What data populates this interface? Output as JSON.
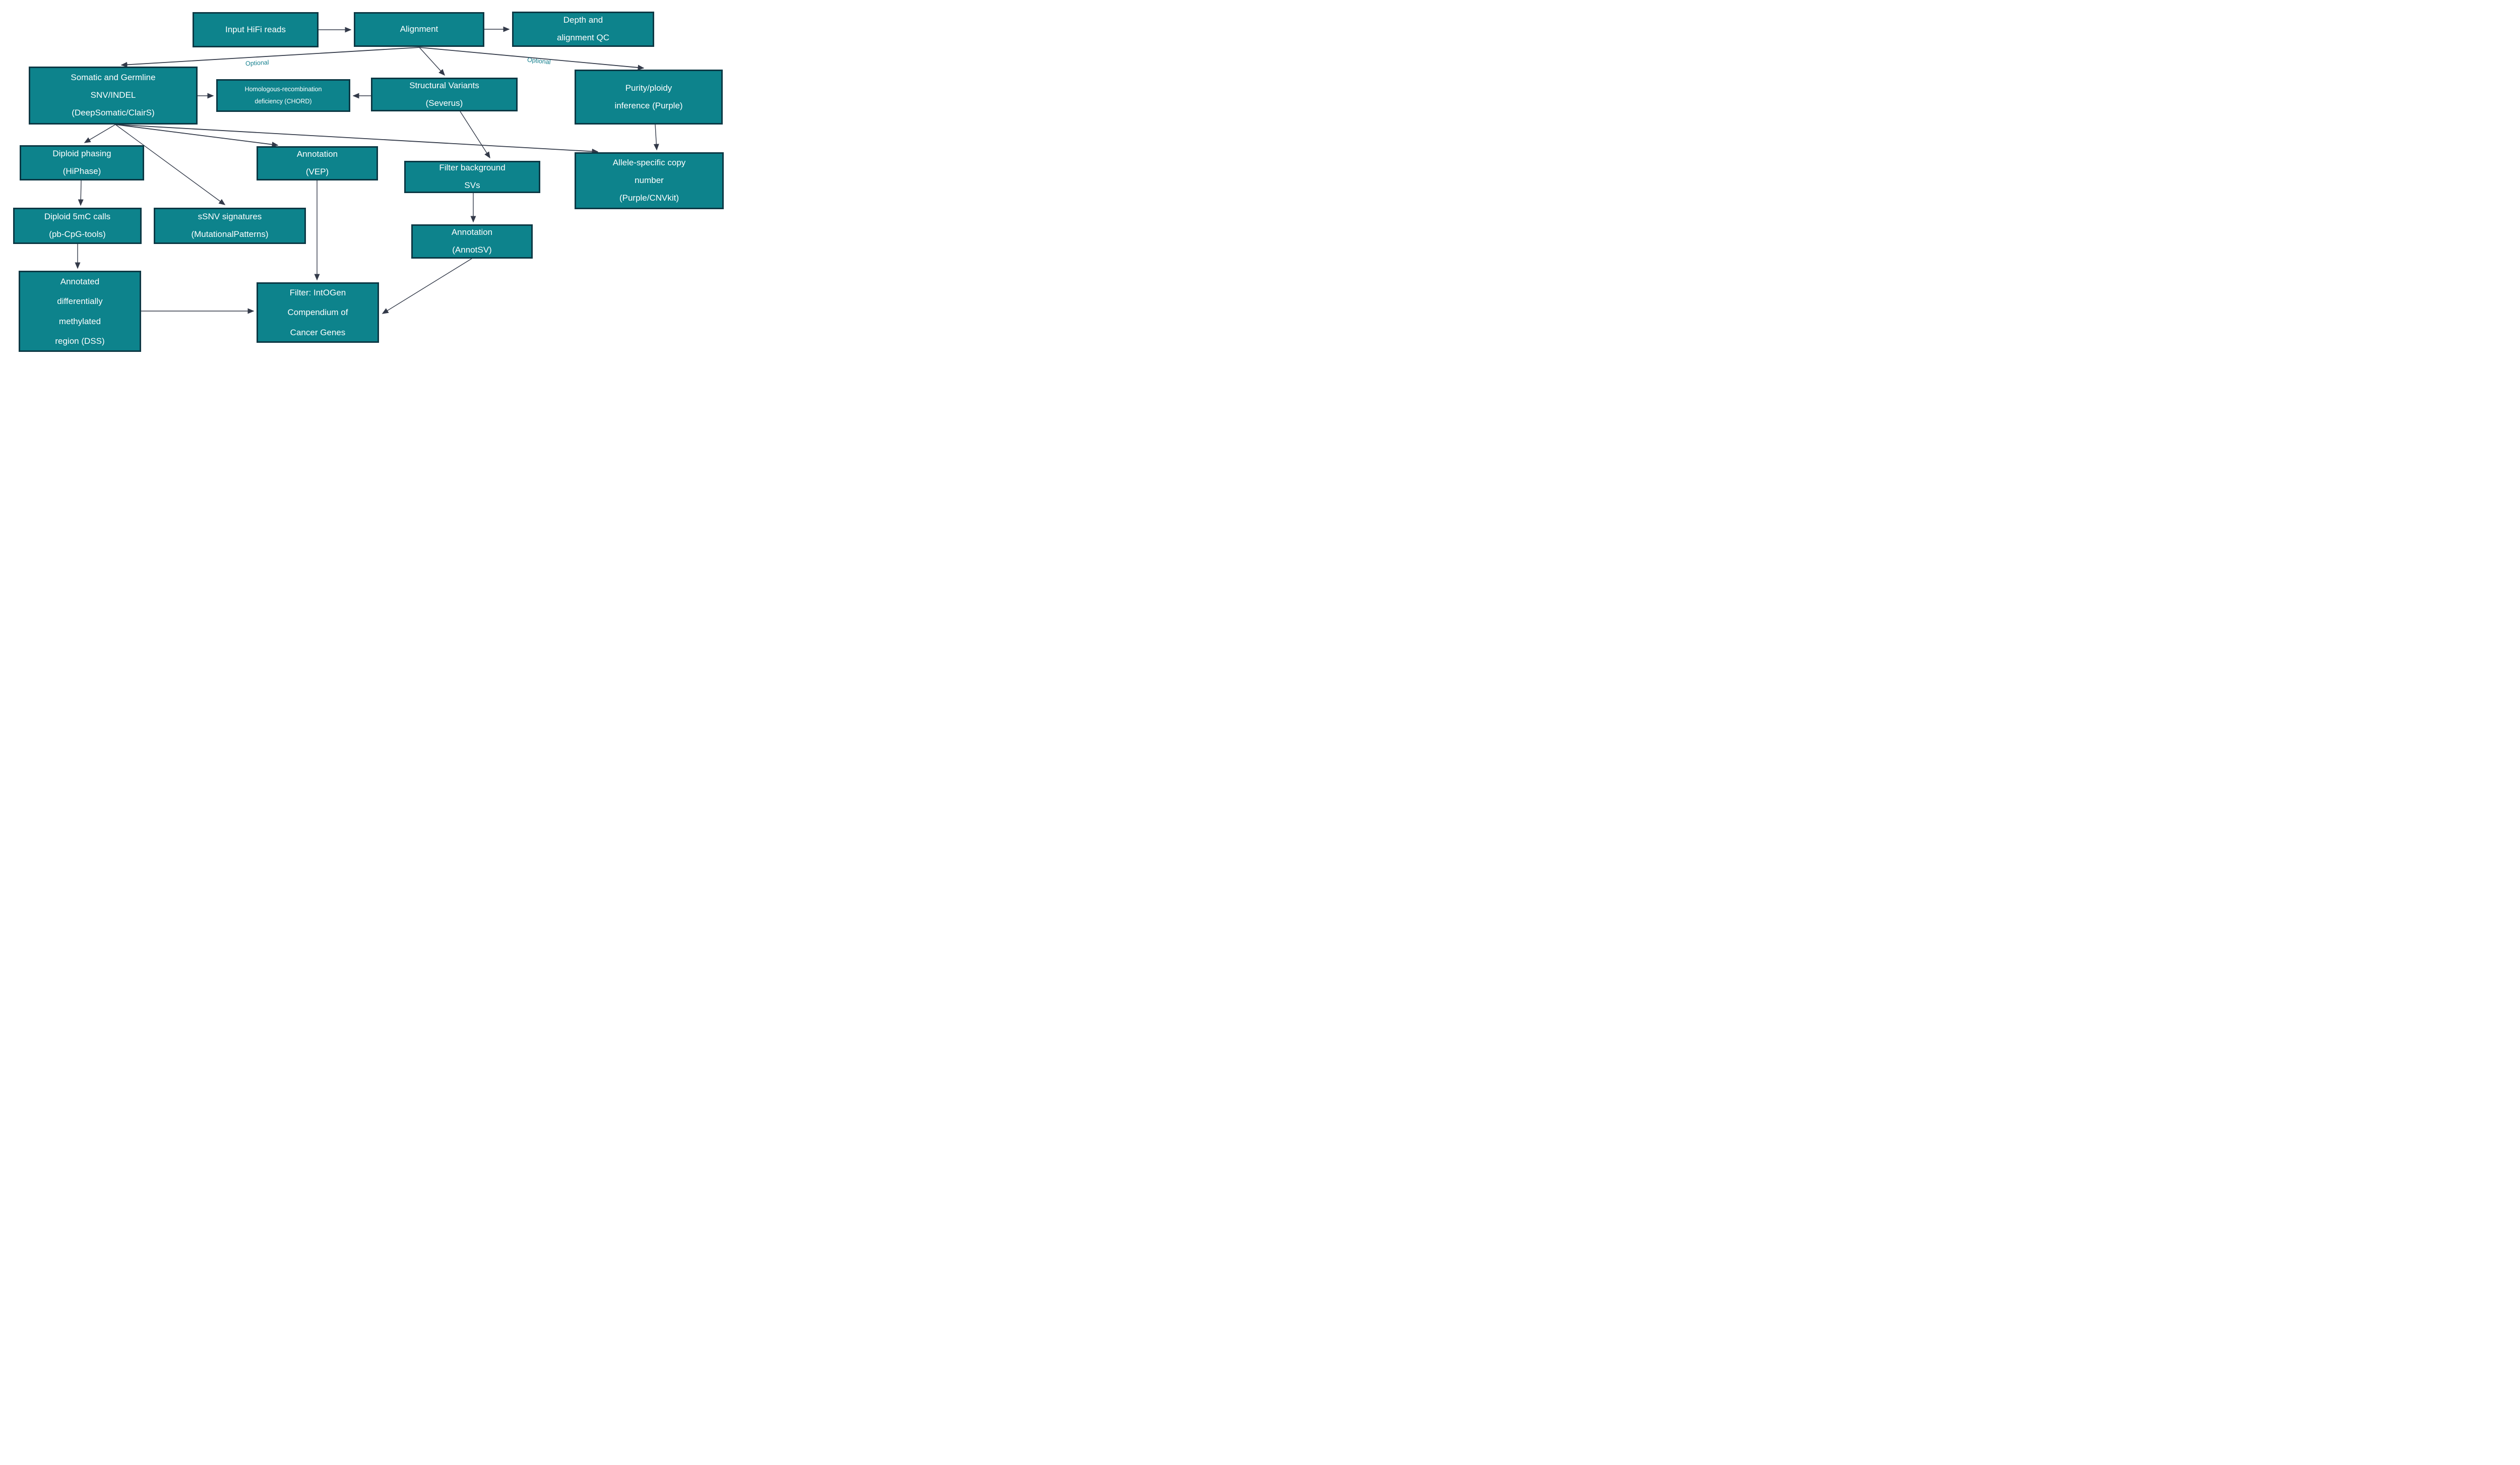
{
  "colors": {
    "node_fill": "#0d838c",
    "node_border": "#0c3844",
    "node_text": "#ffffff",
    "arrow": "#333a49",
    "optional_label": "#15808f",
    "background": "#ffffff"
  },
  "nodes": {
    "input": {
      "label": "Input HiFi reads"
    },
    "alignment": {
      "label": "Alignment"
    },
    "depth_qc": {
      "label": "Depth and\nalignment QC"
    },
    "somatic": {
      "label": "Somatic and Germline\nSNV/INDEL\n(DeepSomatic/ClairS)"
    },
    "chord": {
      "label": "Homologous-recombination\ndeficiency (CHORD)"
    },
    "severus": {
      "label": "Structural Variants\n(Severus)"
    },
    "purple": {
      "label": "Purity/ploidy\ninference (Purple)"
    },
    "hiphase": {
      "label": "Diploid phasing\n(HiPhase)"
    },
    "vep": {
      "label": "Annotation\n(VEP)"
    },
    "filter_sv": {
      "label": "Filter background\nSVs"
    },
    "allele_cn": {
      "label": "Allele-specific copy\nnumber\n(Purple/CNVkit)"
    },
    "fivemc": {
      "label": "Diploid 5mC calls\n(pb-CpG-tools)"
    },
    "ssnv": {
      "label": "sSNV signatures\n(MutationalPatterns)"
    },
    "annotsv": {
      "label": "Annotation\n(AnnotSV)"
    },
    "dmr": {
      "label": "Annotated\ndifferentially\nmethylated\nregion (DSS)"
    },
    "intogen": {
      "label": "Filter: IntOGen\nCompendium of\nCancer Genes"
    }
  },
  "labels": {
    "optional_left": "Optional",
    "optional_right": "Optional"
  },
  "edges": [
    {
      "from": "input",
      "to": "alignment"
    },
    {
      "from": "alignment",
      "to": "depth_qc"
    },
    {
      "from": "alignment",
      "to": "somatic",
      "note": "Optional"
    },
    {
      "from": "alignment",
      "to": "severus"
    },
    {
      "from": "alignment",
      "to": "purple",
      "note": "Optional"
    },
    {
      "from": "somatic",
      "to": "chord"
    },
    {
      "from": "severus",
      "to": "chord"
    },
    {
      "from": "severus",
      "to": "filter_sv"
    },
    {
      "from": "filter_sv",
      "to": "annotsv"
    },
    {
      "from": "purple",
      "to": "allele_cn"
    },
    {
      "from": "somatic",
      "to": "hiphase"
    },
    {
      "from": "somatic",
      "to": "ssnv"
    },
    {
      "from": "somatic",
      "to": "vep"
    },
    {
      "from": "somatic",
      "to": "allele_cn"
    },
    {
      "from": "hiphase",
      "to": "fivemc"
    },
    {
      "from": "fivemc",
      "to": "dmr"
    },
    {
      "from": "vep",
      "to": "intogen"
    },
    {
      "from": "dmr",
      "to": "intogen"
    },
    {
      "from": "annotsv",
      "to": "intogen"
    }
  ]
}
